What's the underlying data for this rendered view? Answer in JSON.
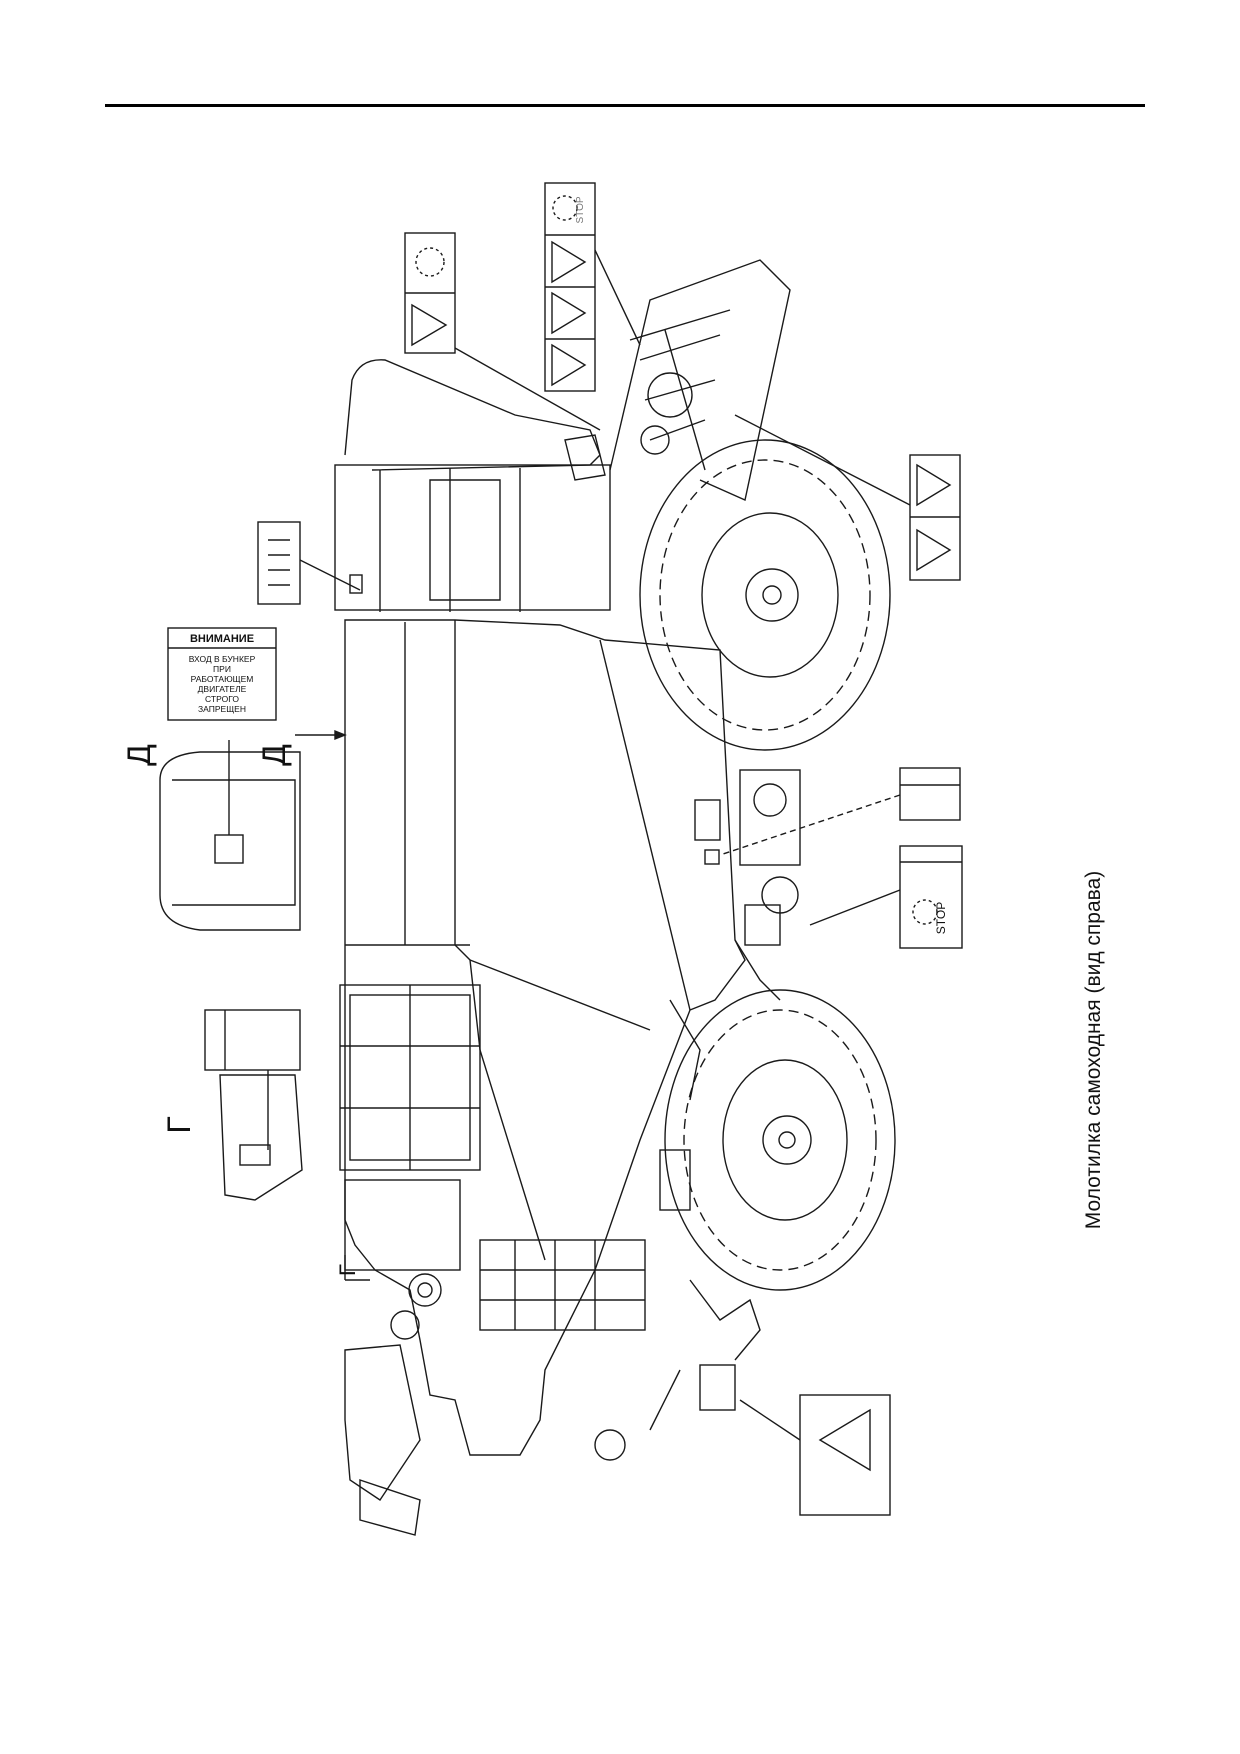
{
  "caption": "Молотилка самоходная (вид справа)",
  "view_markers": {
    "g_label": "Г",
    "d_label": "Д"
  },
  "decals": {
    "hopper_notice": {
      "heading": "ВНИМАНИЕ",
      "lines": [
        "ВХОД В БУНКЕР",
        "ПРИ",
        "РАБОТАЮЩЕМ",
        "ДВИГАТЕЛЕ",
        "СТРОГО",
        "ЗАПРЕЩЕН"
      ]
    },
    "stop_label": "STOP"
  },
  "colors": {
    "line": "#1a1a1a",
    "paper": "#ffffff"
  }
}
